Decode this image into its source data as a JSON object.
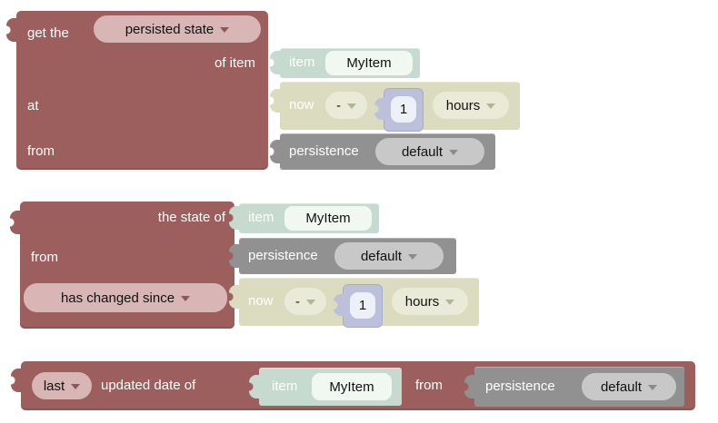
{
  "colors": {
    "block_maroon": "#9d5e5e",
    "block_teal": "#c6dacf",
    "block_olive": "#dbdcbf",
    "block_gray": "#919191",
    "block_lavender": "#bcc0db",
    "dropdown_pink": "#d9b6b6",
    "dropdown_olive": "#e9ead7",
    "dropdown_gray": "#c8c8c8",
    "field_teal": "#f1f8f2",
    "field_lavender": "#eef0f8"
  },
  "block1": {
    "prefix_label": "get the",
    "type_dropdown": "persisted state",
    "item_input_label": "of item",
    "at_label": "at",
    "from_label": "from"
  },
  "block2": {
    "state_of_label": "the state of",
    "from_label": "from",
    "check_dropdown": "has changed since"
  },
  "block3": {
    "which_dropdown": "last",
    "updated_label": "updated date of",
    "from_label": "from"
  },
  "item_block": {
    "label": "item",
    "name": "MyItem"
  },
  "datetime_block": {
    "label": "now",
    "operator": "-",
    "amount": "1",
    "unit": "hours"
  },
  "persistence_block": {
    "label": "persistence",
    "service": "default"
  }
}
